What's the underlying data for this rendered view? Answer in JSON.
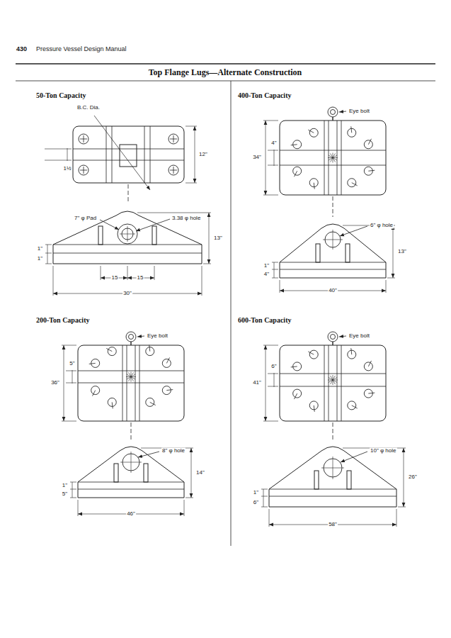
{
  "diagram": {
    "title": "Top Flange Lugs—Alternate Construction",
    "labels": [
      "430",
      "Pressure Vessel Design Manual",
      "50-Ton Capacity",
      "B.C. Dia.",
      "12\"",
      "1½",
      "7\" φ Pad",
      "3.38 φ hole",
      "1\"",
      "13\"",
      "1\"",
      "15",
      "15",
      "30\"",
      "400-Ton Capacity",
      "Eye bolt",
      "4\"",
      "34\"",
      "6\" φ hole",
      "1\"",
      "4\"",
      "13\"",
      "40\"",
      "200-Ton Capacity",
      "Eye bolt",
      "5\"",
      "36\"",
      "8\" φ hole",
      "1\"",
      "5\"",
      "14\"",
      "46\"",
      "600-Ton Capacity",
      "Eye bolt",
      "6\"",
      "41\"",
      "10\" φ hole",
      "1\"",
      "6\"",
      "26\"",
      "58\""
    ]
  }
}
